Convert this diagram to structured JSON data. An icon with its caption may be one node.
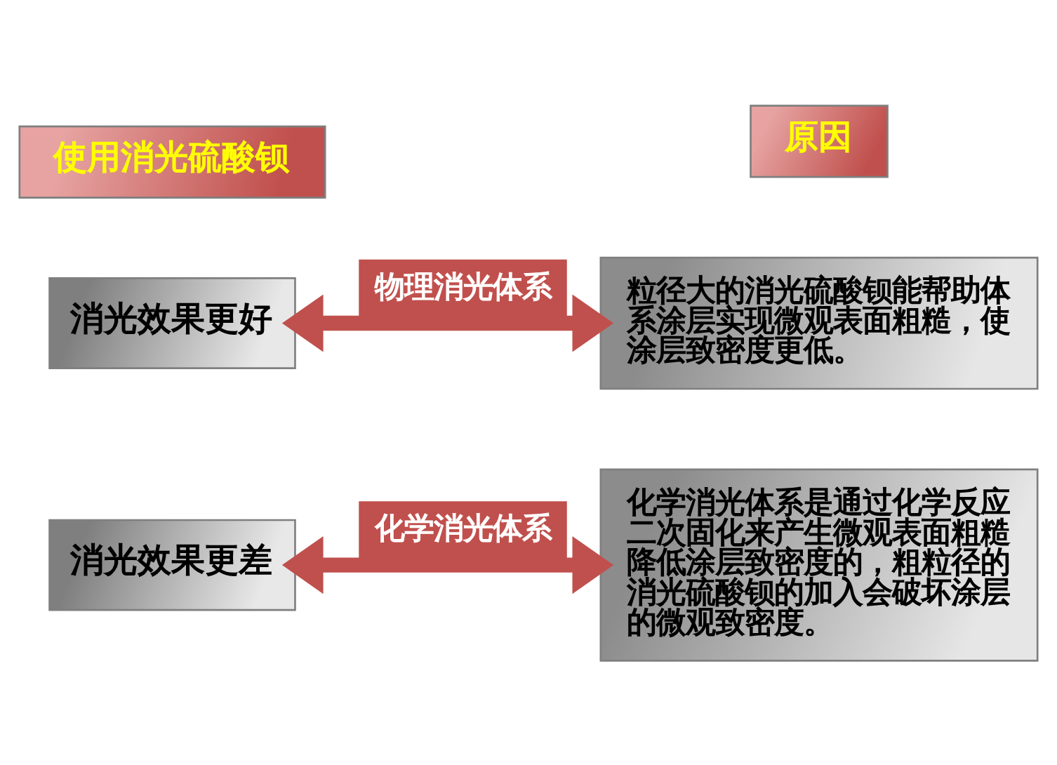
{
  "diagram": {
    "nodes": [
      {
        "text": [
          "使用消光硫酸钡"
        ]
      },
      {
        "text": [
          "原因"
        ]
      },
      {
        "text": [
          "消光效果更好"
        ]
      },
      {
        "text": [
          "粒径大的消光硫酸钡能帮助体系涂层实现微观表面粗糙，使涂层致密度更低。"
        ]
      },
      {
        "text": [
          "消光效果更差"
        ]
      },
      {
        "text": [
          "化学消光体系是通过化学反应二次固化来产生微观表面粗糙降低涂层致密度的，粗粒径的消光硫酸钡的加入会破坏涂层的微观致密度。"
        ]
      }
    ],
    "edges": [
      {
        "from": 2,
        "to": 3,
        "arrow": "both",
        "label": "物理消光体系"
      },
      {
        "from": 4,
        "to": 5,
        "arrow": "both",
        "label": "化学消光体系"
      }
    ]
  }
}
